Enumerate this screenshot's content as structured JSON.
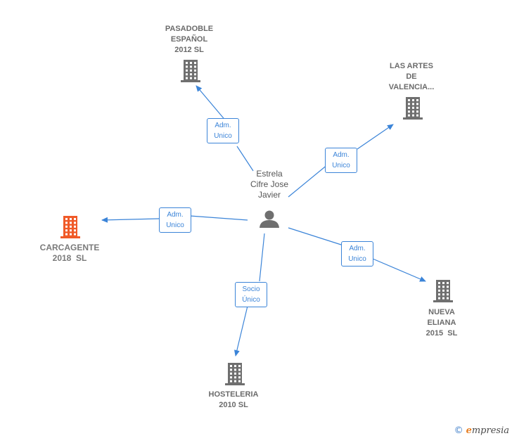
{
  "center": {
    "name_lines": [
      "Estrela",
      "Cifre Jose",
      "Javier"
    ]
  },
  "companies": [
    {
      "id": "pasadoble",
      "lines": [
        "PASADOBLE",
        "ESPAÑOL",
        "2012 SL"
      ],
      "highlight": false
    },
    {
      "id": "artes",
      "lines": [
        "LAS ARTES",
        "DE",
        "VALENCIA..."
      ],
      "highlight": false
    },
    {
      "id": "carcagente",
      "lines": [
        "CARCAGENTE",
        "2018  SL"
      ],
      "highlight": true
    },
    {
      "id": "nueva",
      "lines": [
        "NUEVA",
        "ELIANA",
        "2015  SL"
      ],
      "highlight": false
    },
    {
      "id": "hosteleria",
      "lines": [
        "HOSTELERIA",
        "2010 SL"
      ],
      "highlight": false
    }
  ],
  "relations": [
    {
      "target": "pasadoble",
      "lines": [
        "Adm.",
        "Unico"
      ]
    },
    {
      "target": "artes",
      "lines": [
        "Adm.",
        "Unico"
      ]
    },
    {
      "target": "carcagente",
      "lines": [
        "Adm.",
        "Unico"
      ]
    },
    {
      "target": "nueva",
      "lines": [
        "Adm.",
        "Unico"
      ]
    },
    {
      "target": "hosteleria",
      "lines": [
        "Socio",
        "Único"
      ]
    }
  ],
  "colors": {
    "edge": "#3b84d8",
    "building": "#6f6f6f",
    "building_highlight": "#f05a28",
    "person": "#6f6f6f"
  },
  "brand": {
    "copyright": "©",
    "first_letter": "e",
    "rest": "mpresia"
  }
}
